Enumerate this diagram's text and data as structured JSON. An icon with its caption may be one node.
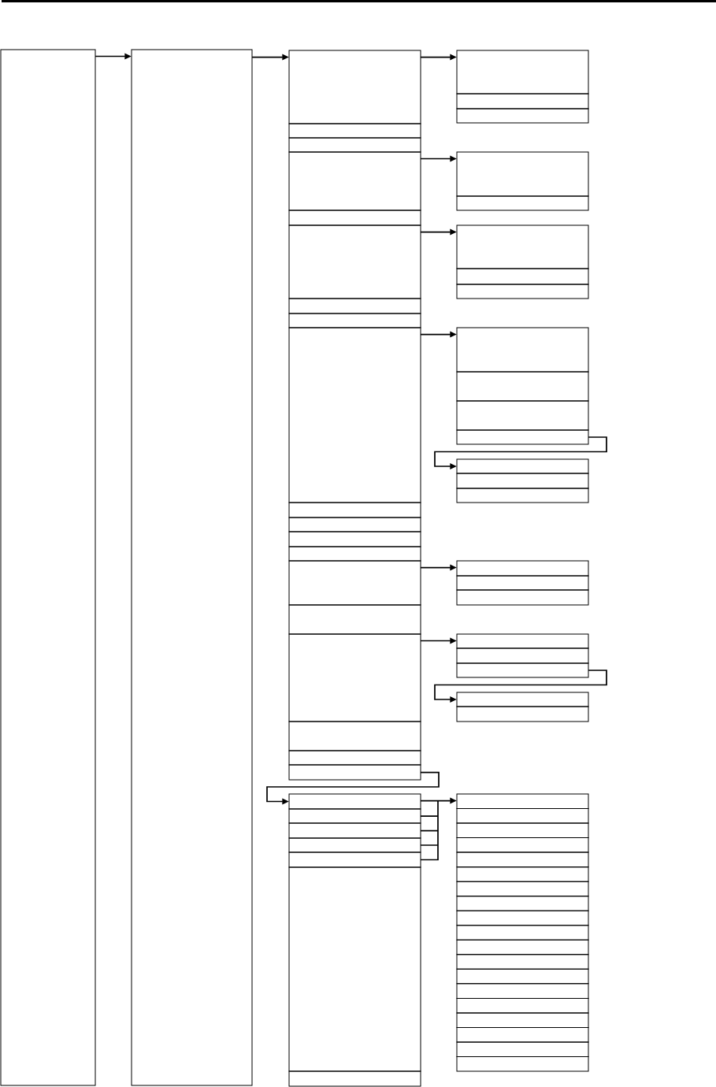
{
  "diagram": {
    "nodes": [
      {
        "text": [],
        "shape": "box"
      },
      {
        "text": [],
        "shape": "box"
      },
      {
        "text": [],
        "shape": "box"
      },
      {
        "text": [],
        "shape": "box"
      },
      {
        "text": [],
        "shape": "box"
      },
      {
        "text": [],
        "shape": "box"
      },
      {
        "text": [],
        "shape": "box"
      },
      {
        "text": [],
        "shape": "box"
      },
      {
        "text": [],
        "shape": "box"
      },
      {
        "text": [],
        "shape": "box"
      },
      {
        "text": [],
        "shape": "box"
      },
      {
        "text": [],
        "shape": "box"
      },
      {
        "text": [],
        "shape": "box"
      },
      {
        "text": [],
        "shape": "box"
      },
      {
        "text": [],
        "shape": "box"
      },
      {
        "text": [],
        "shape": "box"
      },
      {
        "text": [],
        "shape": "box"
      },
      {
        "text": [],
        "shape": "box"
      },
      {
        "text": [],
        "shape": "box"
      },
      {
        "text": [],
        "shape": "box"
      },
      {
        "text": [],
        "shape": "box"
      },
      {
        "text": [],
        "shape": "box"
      },
      {
        "text": [],
        "shape": "box"
      },
      {
        "text": [],
        "shape": "box"
      },
      {
        "text": [],
        "shape": "box"
      },
      {
        "text": [],
        "shape": "box"
      },
      {
        "text": [],
        "shape": "box"
      },
      {
        "text": [],
        "shape": "box"
      },
      {
        "text": [],
        "shape": "box"
      },
      {
        "text": [],
        "shape": "box"
      },
      {
        "text": [],
        "shape": "box"
      },
      {
        "text": [],
        "shape": "box"
      },
      {
        "text": [],
        "shape": "box"
      },
      {
        "text": [],
        "shape": "box"
      },
      {
        "text": [],
        "shape": "box"
      },
      {
        "text": [],
        "shape": "box"
      },
      {
        "text": [],
        "shape": "box"
      },
      {
        "text": [],
        "shape": "box"
      },
      {
        "text": [],
        "shape": "box"
      },
      {
        "text": [],
        "shape": "box"
      },
      {
        "text": [],
        "shape": "box"
      },
      {
        "text": [],
        "shape": "box"
      },
      {
        "text": [],
        "shape": "box"
      },
      {
        "text": [],
        "shape": "box"
      },
      {
        "text": [],
        "shape": "box"
      },
      {
        "text": [],
        "shape": "box"
      },
      {
        "text": [],
        "shape": "box"
      },
      {
        "text": [],
        "shape": "box"
      },
      {
        "text": [],
        "shape": "box"
      },
      {
        "text": [],
        "shape": "box"
      },
      {
        "text": [],
        "shape": "box"
      },
      {
        "text": [],
        "shape": "box"
      },
      {
        "text": [],
        "shape": "box"
      },
      {
        "text": [],
        "shape": "box"
      },
      {
        "text": [],
        "shape": "box"
      },
      {
        "text": [],
        "shape": "box"
      },
      {
        "text": [],
        "shape": "box"
      },
      {
        "text": [],
        "shape": "box"
      },
      {
        "text": [],
        "shape": "box"
      },
      {
        "text": [],
        "shape": "box"
      },
      {
        "text": [],
        "shape": "box"
      },
      {
        "text": [],
        "shape": "box"
      },
      {
        "text": [],
        "shape": "box"
      },
      {
        "text": [],
        "shape": "box"
      },
      {
        "text": [],
        "shape": "box"
      },
      {
        "text": [],
        "shape": "box"
      },
      {
        "text": [],
        "shape": "box"
      },
      {
        "text": [],
        "shape": "box"
      },
      {
        "text": [],
        "shape": "box"
      },
      {
        "text": [],
        "shape": "box"
      }
    ],
    "edges": [
      {
        "from": 0,
        "to": 1,
        "arrow": "to"
      },
      {
        "from": 1,
        "to": 2,
        "arrow": "to"
      },
      {
        "from": 2,
        "to": 21,
        "arrow": "to"
      },
      {
        "from": 5,
        "to": 24,
        "arrow": "to"
      },
      {
        "from": 7,
        "to": 26,
        "arrow": "to"
      },
      {
        "from": 10,
        "to": 29,
        "arrow": "to"
      },
      {
        "from": 32,
        "to": 33,
        "arrow": "to"
      },
      {
        "from": 15,
        "to": 36,
        "arrow": "to"
      },
      {
        "from": 17,
        "to": 39,
        "arrow": "to"
      },
      {
        "from": 41,
        "to": 42,
        "arrow": "to"
      },
      {
        "from": 20,
        "to": 44,
        "arrow": "to"
      },
      {
        "from": 44,
        "to": 51,
        "arrow": "to"
      },
      {
        "from": 45,
        "to": 51,
        "arrow": "to"
      },
      {
        "from": 46,
        "to": 51,
        "arrow": "to"
      },
      {
        "from": 47,
        "to": 51,
        "arrow": "to"
      },
      {
        "from": 48,
        "to": 51,
        "arrow": "to"
      }
    ]
  }
}
